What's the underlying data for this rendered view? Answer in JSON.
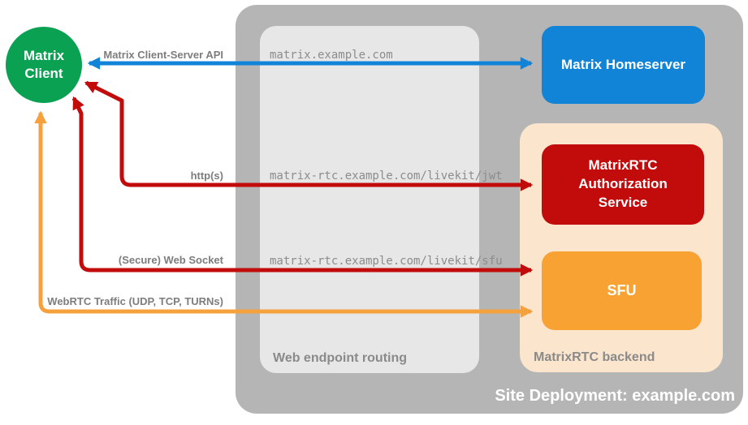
{
  "title": "MatrixRTC site deployment diagram",
  "client": {
    "label": "Matrix Client",
    "color": "#0AA152"
  },
  "homeserver": {
    "label": "Matrix Homeserver",
    "color": "#1284D7"
  },
  "site": {
    "label": "Site Deployment: example.com",
    "color": "#B5B5B5"
  },
  "routing": {
    "label": "Web endpoint routing",
    "color": "#E7E7E7",
    "endpoints": [
      "matrix.example.com",
      "matrix-rtc.example.com/livekit/jwt",
      "matrix-rtc.example.com/livekit/sfu"
    ]
  },
  "backend": {
    "label": "MatrixRTC backend",
    "color": "#FBE5CC",
    "auth_service": {
      "label": "MatrixRTC Authorization Service",
      "color": "#C20B0B"
    },
    "sfu": {
      "label": "SFU",
      "color": "#F7A233"
    }
  },
  "connections": [
    {
      "label": "Matrix Client-Server API",
      "color": "#1284D7"
    },
    {
      "label": "http(s)",
      "color": "#C20B0B"
    },
    {
      "label": "(Secure) Web Socket",
      "color": "#C20B0B"
    },
    {
      "label": "WebRTC Traffic (UDP, TCP, TURNs)",
      "color": "#F5A13D"
    }
  ]
}
